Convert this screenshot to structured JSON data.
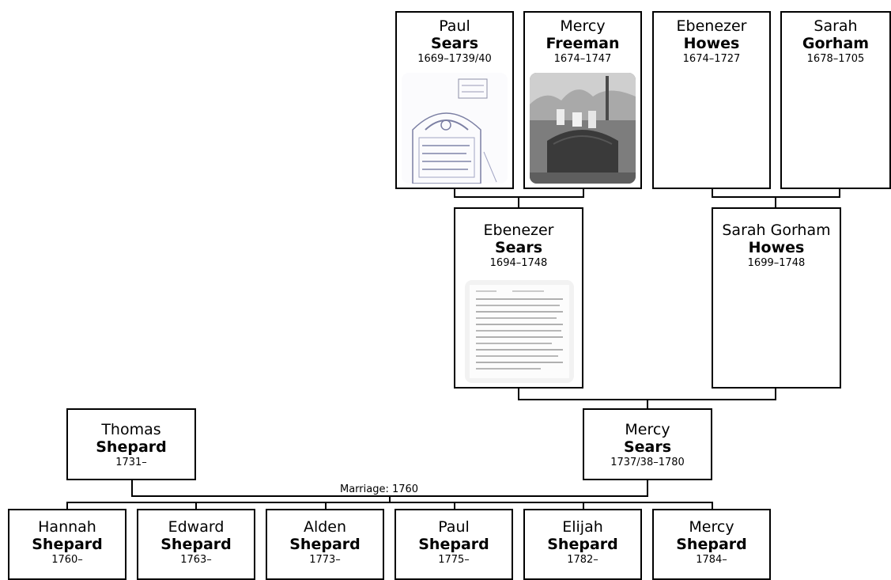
{
  "people": {
    "paul_sears": {
      "given": "Paul",
      "surname": "Sears",
      "dates": "1669–1739/40"
    },
    "mercy_freeman": {
      "given": "Mercy",
      "surname": "Freeman",
      "dates": "1674–1747"
    },
    "ebenezer_howes": {
      "given": "Ebenezer",
      "surname": "Howes",
      "dates": "1674–1727"
    },
    "sarah_gorham": {
      "given": "Sarah",
      "surname": "Gorham",
      "dates": "1678–1705"
    },
    "ebenezer_sears": {
      "given": "Ebenezer",
      "surname": "Sears",
      "dates": "1694–1748"
    },
    "sarah_gorham_howes": {
      "given": "Sarah Gorham",
      "surname": "Howes",
      "dates": "1699–1748"
    },
    "thomas_shepard": {
      "given": "Thomas",
      "surname": "Shepard",
      "dates": "1731–"
    },
    "mercy_sears": {
      "given": "Mercy",
      "surname": "Sears",
      "dates": "1737/38–1780"
    }
  },
  "marriage_label": "Marriage: 1760",
  "children": [
    {
      "given": "Hannah",
      "surname": "Shepard",
      "dates": "1760–"
    },
    {
      "given": "Edward",
      "surname": "Shepard",
      "dates": "1763–"
    },
    {
      "given": "Alden",
      "surname": "Shepard",
      "dates": "1773–"
    },
    {
      "given": "Paul",
      "surname": "Shepard",
      "dates": "1775–"
    },
    {
      "given": "Elijah",
      "surname": "Shepard",
      "dates": "1782–"
    },
    {
      "given": "Mercy",
      "surname": "Shepard",
      "dates": "1784–"
    }
  ]
}
